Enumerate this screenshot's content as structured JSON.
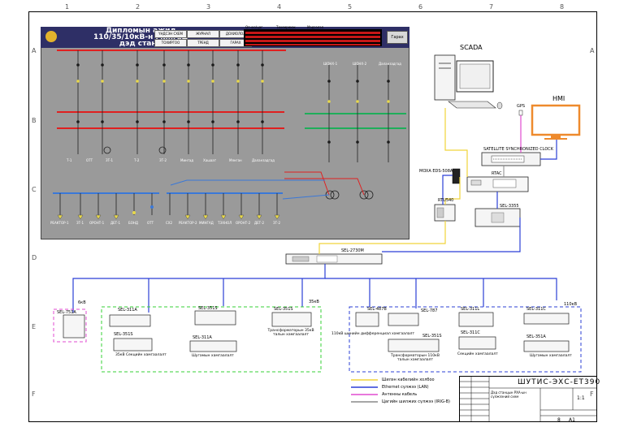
{
  "drawing": {
    "rulers": {
      "columns": [
        "1",
        "2",
        "3",
        "4",
        "5",
        "6",
        "7",
        "8"
      ],
      "rows": [
        "A",
        "B",
        "C",
        "D",
        "E",
        "F"
      ]
    },
    "scada_screen": {
      "title": "Дипломын ажил 110/35/10кВ-н Мингад дэд станц",
      "buttons": [
        "ҮНДСЭН СХЕМ",
        "ЖУРНАЛ",
        "ДОХИОЛОЛ",
        "ТОХИРГОО",
        "ТРЕНД",
        "ГАРАХ"
      ],
      "exit_label": "Гарах",
      "header_cols": [
        "Огноо/цаг",
        "Төхөөрөмж",
        "Мэдээлэл"
      ],
      "bottom_labels_35kv": [
        "Т-1",
        "ОТТ",
        "ЗТ-1",
        "Т-2",
        "ЗТ-2",
        "Мингад",
        "Хашаат",
        "Мянган",
        "Даланзадгад"
      ],
      "bottom_labels_10kv": [
        "РЕАКТОР-1",
        "ЗТ-1",
        "ОРОНТ-1",
        "ДЕТ-1",
        "БОНД",
        "ОТТ",
        "СХ2",
        "РЕАКТОР-2",
        "МИНГАД",
        "ТЭХНОЛ",
        "ОРОНТ-2",
        "ДЕТ-2",
        "ЗТ-2"
      ],
      "bay_labels_110kv": [
        "ШОНХ-1",
        "ШОНХ-2",
        "Даланзадгад"
      ]
    },
    "devices": {
      "scada": "SCADA",
      "hmi": "HMI",
      "gps": "GPS",
      "clock": "SATELLITE SYNCHRONIZED CLOCK",
      "rtac": "RTAC",
      "moxa": "MOXA EDS-508A",
      "rtu": "RTU540",
      "sel3355": "SEL-3355",
      "switch": "SEL-2730M",
      "sel751a": "SEL-751A",
      "sel311a_1": "SEL-311A",
      "sel351s_1": "SEL-351S",
      "sel351s_2": "SEL-351S",
      "sel311a_2": "SEL-311A",
      "sel351s_3": "SEL-351S",
      "sel487b": "SEL-487B",
      "sel787": "SEL-787",
      "sel351s_4": "SEL-351S",
      "sel311l": "SEL-311L",
      "sel311c_1": "SEL-311C",
      "sel311c_2": "SEL-311C",
      "sel351a": "SEL-351A"
    },
    "voltage_labels": {
      "kv6": "6кВ",
      "kv35": "35кВ",
      "kv110": "110кВ"
    },
    "group_labels": {
      "g35_section": "35кВ Секцийн хамгаалалт",
      "g35_bus": "Шугамын хамгаалалт",
      "g35_trafo": "Трансформаторын 35кВ талын хамгаалалт",
      "g110_diff": "110кВ шинийн дифференциал хамгаалалт",
      "g110_trafo": "Трансформаторын 110кВ талын хамгаалалт",
      "g110_section": "Секцийн хамгаалалт",
      "g110_line": "Шугамын хамгаалалт"
    },
    "legend": [
      {
        "label": "Шилэн кабелийн холбоо",
        "color": "#f0d43a"
      },
      {
        "label": "Ethernet сүлжээ (LAN)",
        "color": "#2b3fd6"
      },
      {
        "label": "Антенны кабель",
        "color": "#e04bd0"
      },
      {
        "label": "Цагийн шилжих сүлжээ (IRIG-B)",
        "color": "#8a8a8a"
      }
    ],
    "title_block": {
      "title": "ШУТИС-ЭХС-ЕТ390",
      "desc": "Дэд станцын РХА-ын сүлжээний схем",
      "scale": "1:1",
      "sheet": "А1",
      "number": "8"
    },
    "colors": {
      "bus35": "#e02020",
      "bus110": "#1fae5a",
      "bus10": "#3a78d8",
      "lan": "#2b3fd6",
      "fiber": "#f0d43a",
      "antenna": "#e04bd0",
      "hmi": "#ee8a2d",
      "green_dash": "#35d035",
      "magenta_dash": "#e04bd0"
    }
  }
}
